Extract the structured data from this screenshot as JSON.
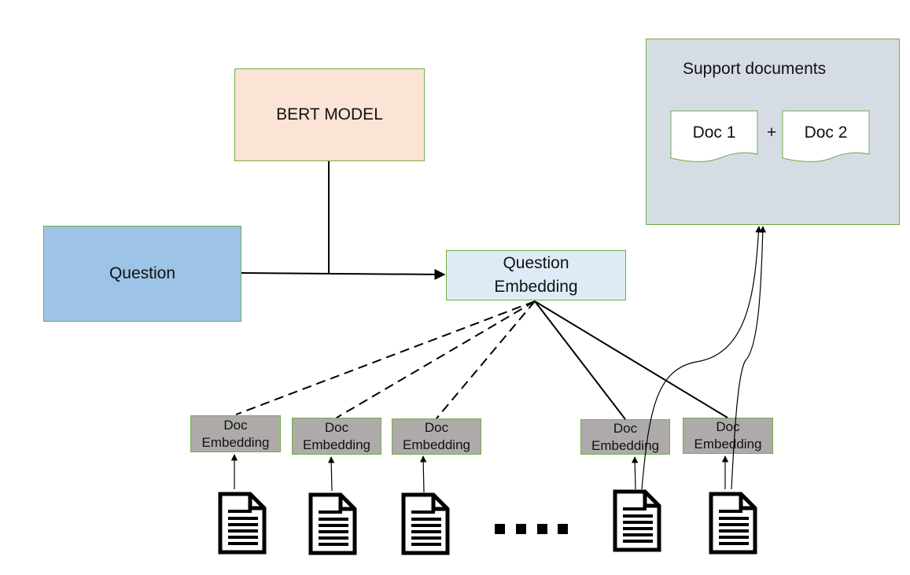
{
  "bert_model": {
    "label": "BERT MODEL"
  },
  "question": {
    "label": "Question"
  },
  "question_embedding": {
    "line1": "Question",
    "line2": "Embedding"
  },
  "support_documents": {
    "title": "Support documents",
    "doc1": "Doc 1",
    "plus": "+",
    "doc2": "Doc 2"
  },
  "doc_embeddings": [
    {
      "line1": "Doc",
      "line2": "Embedding"
    },
    {
      "line1": "Doc",
      "line2": "Embedding"
    },
    {
      "line1": "Doc",
      "line2": "Embedding"
    },
    {
      "line1": "Doc",
      "line2": "Embedding"
    },
    {
      "line1": "Doc",
      "line2": "Embedding"
    }
  ],
  "colors": {
    "bert_fill": "#fbe4d5",
    "question_fill": "#9dc3e6",
    "question_embedding_fill": "#deebf7",
    "support_fill": "#d6dce4",
    "doc_embedding_fill": "#aeaaaa",
    "box_border": "#70ad47"
  },
  "icons": [
    "document-icon",
    "ellipsis-squares"
  ]
}
